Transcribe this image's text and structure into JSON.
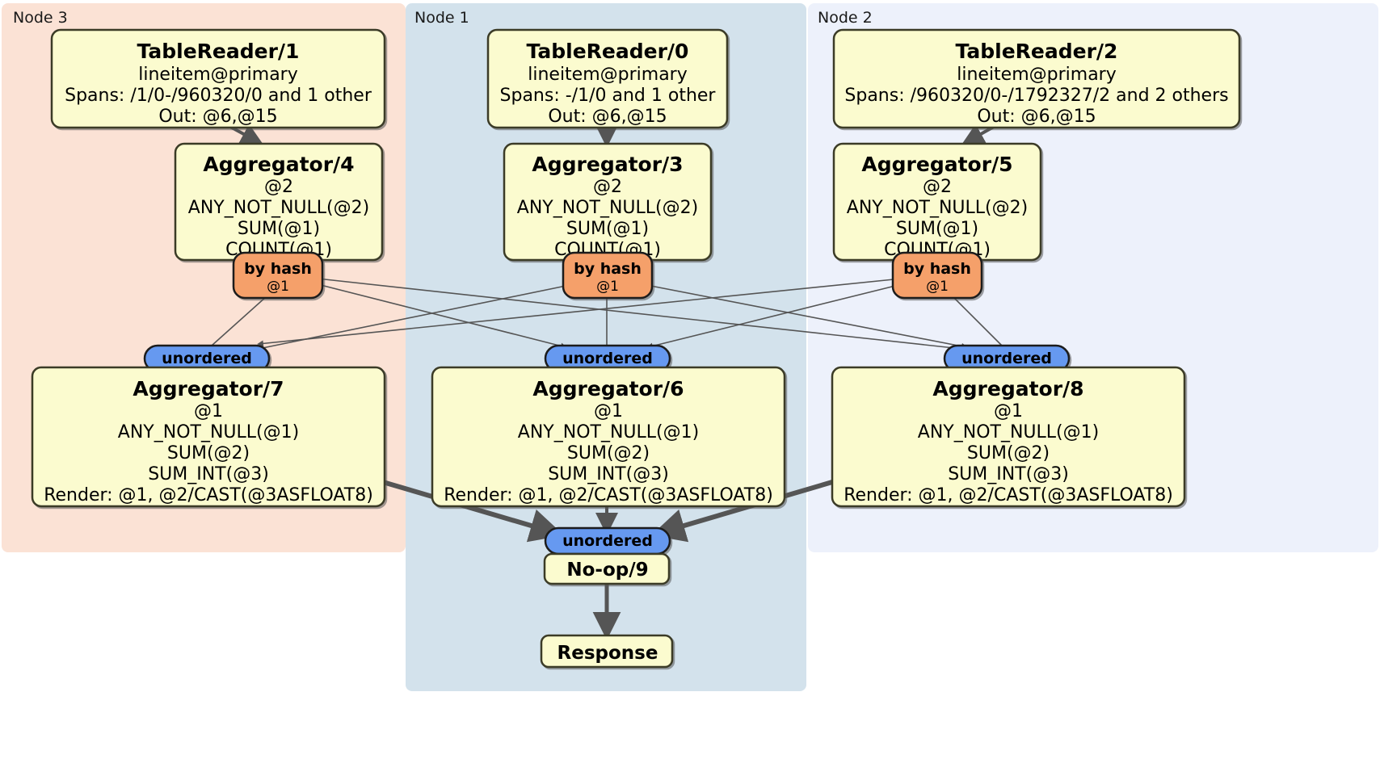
{
  "diagram": {
    "type": "distributed-query-plan",
    "title": "",
    "colors": {
      "node3_bg": "#fbe2d5",
      "node1_bg": "#d3e2ec",
      "node2_bg": "#edf1fb",
      "processor_fill": "#fbfbcf",
      "processor_stroke": "#3a3a25",
      "router_hash_fill": "#f5a06a",
      "router_hash_stroke": "#1a1a1a",
      "synchronizer_fill": "#6699f0",
      "synchronizer_stroke": "#1a1a1a",
      "edge_stroke": "#555555",
      "thick_edge_stroke": "#555555"
    },
    "regions": [
      {
        "id": "node3",
        "label": "Node 3"
      },
      {
        "id": "node1",
        "label": "Node 1"
      },
      {
        "id": "node2",
        "label": "Node 2"
      }
    ],
    "processors": {
      "tablereader1": {
        "title": "TableReader/1",
        "lines": [
          "lineitem@primary",
          "Spans: /1/0-/960320/0 and 1 other",
          "Out: @6,@15"
        ]
      },
      "tablereader0": {
        "title": "TableReader/0",
        "lines": [
          "lineitem@primary",
          "Spans: -/1/0 and 1 other",
          "Out: @6,@15"
        ]
      },
      "tablereader2": {
        "title": "TableReader/2",
        "lines": [
          "lineitem@primary",
          "Spans: /960320/0-/1792327/2 and 2 others",
          "Out: @6,@15"
        ]
      },
      "aggregator4": {
        "title": "Aggregator/4",
        "lines": [
          "@2",
          "ANY_NOT_NULL(@2)",
          "SUM(@1)",
          "COUNT(@1)"
        ]
      },
      "aggregator3": {
        "title": "Aggregator/3",
        "lines": [
          "@2",
          "ANY_NOT_NULL(@2)",
          "SUM(@1)",
          "COUNT(@1)"
        ]
      },
      "aggregator5": {
        "title": "Aggregator/5",
        "lines": [
          "@2",
          "ANY_NOT_NULL(@2)",
          "SUM(@1)",
          "COUNT(@1)"
        ]
      },
      "aggregator7": {
        "title": "Aggregator/7",
        "lines": [
          "@1",
          "ANY_NOT_NULL(@1)",
          "SUM(@2)",
          "SUM_INT(@3)",
          "Render: @1, @2/CAST(@3ASFLOAT8)"
        ]
      },
      "aggregator6": {
        "title": "Aggregator/6",
        "lines": [
          "@1",
          "ANY_NOT_NULL(@1)",
          "SUM(@2)",
          "SUM_INT(@3)",
          "Render: @1, @2/CAST(@3ASFLOAT8)"
        ]
      },
      "aggregator8": {
        "title": "Aggregator/8",
        "lines": [
          "@1",
          "ANY_NOT_NULL(@1)",
          "SUM(@2)",
          "SUM_INT(@3)",
          "Render: @1, @2/CAST(@3ASFLOAT8)"
        ]
      },
      "noop9": {
        "title": "No-op/9",
        "lines": []
      },
      "response": {
        "title": "Response",
        "lines": []
      }
    },
    "routers": {
      "byhash_left": {
        "label": "by hash",
        "sub": "@1"
      },
      "byhash_mid": {
        "label": "by hash",
        "sub": "@1"
      },
      "byhash_right": {
        "label": "by hash",
        "sub": "@1"
      }
    },
    "synchronizers": {
      "unordered_left": {
        "label": "unordered"
      },
      "unordered_mid": {
        "label": "unordered"
      },
      "unordered_right": {
        "label": "unordered"
      },
      "unordered_final": {
        "label": "unordered"
      }
    }
  }
}
